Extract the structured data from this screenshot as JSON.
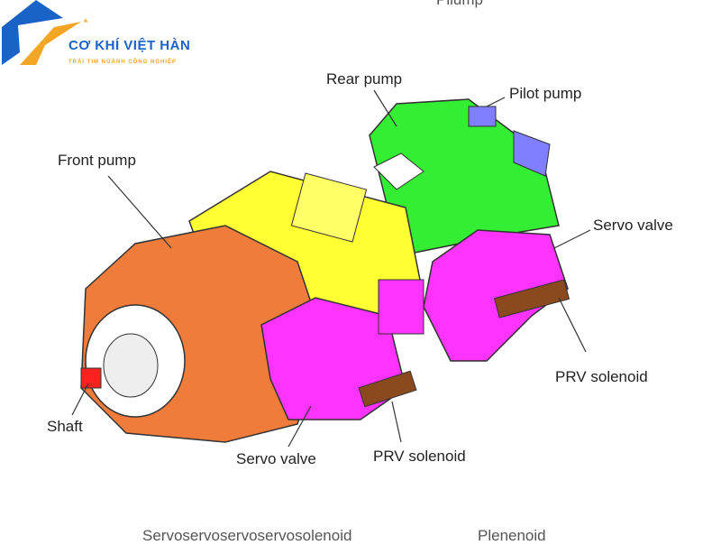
{
  "logo": {
    "brand": "CƠ KHÍ VIỆT HÀN",
    "tagline": "TRÁI TIM NGÀNH CÔNG NGHIỆP"
  },
  "top_cut_text": "Pilump",
  "labels": {
    "rear_pump": "Rear pump",
    "pilot_pump": "Pilot pump",
    "front_pump": "Front pump",
    "servo_valve_right": "Servo valve",
    "prv_solenoid_right": "PRV solenoid",
    "shaft": "Shaft",
    "servo_valve_bottom": "Servo valve",
    "prv_solenoid_bottom": "PRV solenoid"
  },
  "bottom_cut_text": {
    "left": "Servoservoservoservosolenoid",
    "right": "Plenenoid"
  },
  "colors": {
    "front": "#f07c3c",
    "middle": "#ffff33",
    "rear": "#33ee33",
    "valves": "#ff33ff",
    "pilot": "#7f7fff",
    "shaft": "#ff2020"
  }
}
